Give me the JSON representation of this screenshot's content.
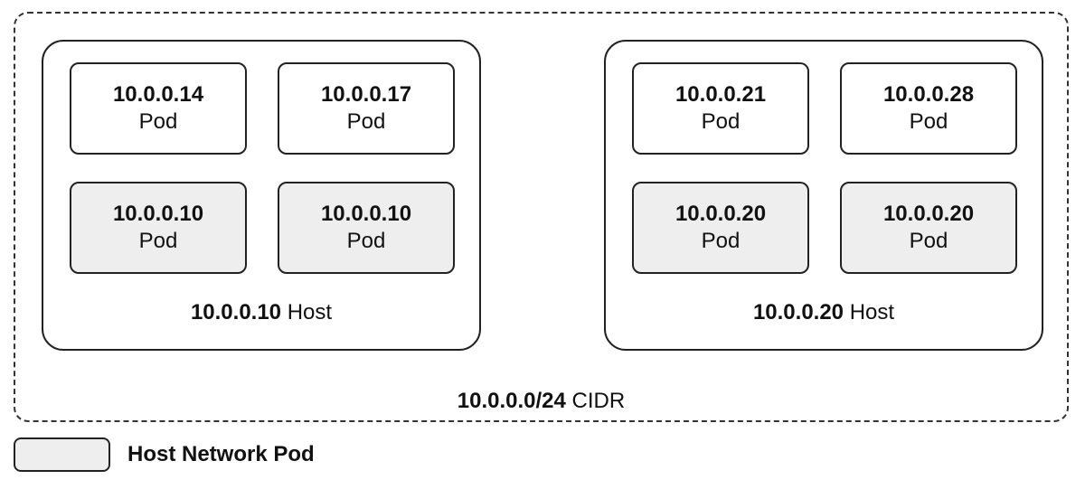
{
  "cidr": {
    "ip": "10.0.0.0/24",
    "suffix": "CIDR"
  },
  "hosts": [
    {
      "ip": "10.0.0.10",
      "suffix": "Host",
      "pods": [
        {
          "ip": "10.0.0.14",
          "label": "Pod",
          "host_network": false
        },
        {
          "ip": "10.0.0.17",
          "label": "Pod",
          "host_network": false
        },
        {
          "ip": "10.0.0.10",
          "label": "Pod",
          "host_network": true
        },
        {
          "ip": "10.0.0.10",
          "label": "Pod",
          "host_network": true
        }
      ]
    },
    {
      "ip": "10.0.0.20",
      "suffix": "Host",
      "pods": [
        {
          "ip": "10.0.0.21",
          "label": "Pod",
          "host_network": false
        },
        {
          "ip": "10.0.0.28",
          "label": "Pod",
          "host_network": false
        },
        {
          "ip": "10.0.0.20",
          "label": "Pod",
          "host_network": true
        },
        {
          "ip": "10.0.0.20",
          "label": "Pod",
          "host_network": true
        }
      ]
    }
  ],
  "legend": {
    "label": "Host Network Pod",
    "swatch_color": "#eeeeee"
  },
  "colors": {
    "border": "#222222",
    "host_network_fill": "#eeeeee",
    "pod_fill": "#ffffff"
  }
}
